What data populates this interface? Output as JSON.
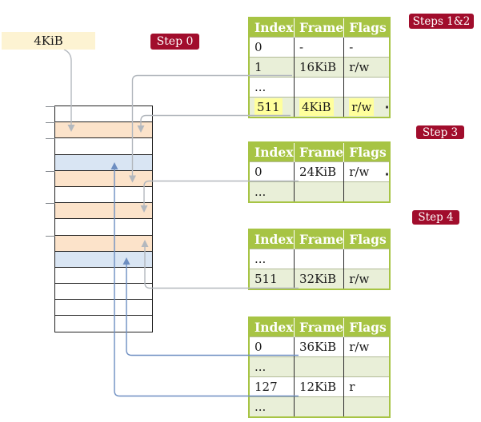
{
  "labels": {
    "page_size_box": "4KiB",
    "step0": "Step 0",
    "steps12": "Steps 1&2",
    "step3": "Step 3",
    "step4": "Step 4"
  },
  "colors": {
    "step_badge_bg": "#a10d2c",
    "step_badge_text": "#ffffff",
    "box_bg": "#fdf3d2",
    "table_header_bg": "#a7c444",
    "table_header_text": "#ffffff",
    "row_alt_bg": "#e9efd8",
    "row_white_bg": "#ffffff",
    "highlight_bg": "#ffff9c",
    "memory_orange": "#fce3ca",
    "memory_blue": "#d9e5f3",
    "arrow_gray": "#b3b8be",
    "arrow_blue": "#6d8ec1"
  },
  "memory": {
    "rows": [
      "white",
      "orange",
      "white",
      "blue",
      "orange",
      "white",
      "orange",
      "white",
      "orange",
      "blue",
      "white",
      "white",
      "white",
      "white"
    ],
    "tick_rows": [
      0,
      1,
      2,
      4,
      6,
      8
    ]
  },
  "tables": [
    {
      "columns": [
        "Index",
        "Frame",
        "Flags"
      ],
      "rows": [
        {
          "cells": [
            "0",
            "-",
            "-"
          ]
        },
        {
          "cells": [
            "1",
            "16KiB",
            "r/w"
          ]
        },
        {
          "cells": [
            "...",
            "",
            ""
          ]
        },
        {
          "cells": [
            "511",
            "4KiB",
            "r/w"
          ],
          "highlight": true
        }
      ]
    },
    {
      "columns": [
        "Index",
        "Frame",
        "Flags"
      ],
      "rows": [
        {
          "cells": [
            "0",
            "24KiB",
            "r/w"
          ]
        },
        {
          "cells": [
            "...",
            "",
            ""
          ]
        }
      ]
    },
    {
      "columns": [
        "Index",
        "Frame",
        "Flags"
      ],
      "rows": [
        {
          "cells": [
            "...",
            "",
            ""
          ]
        },
        {
          "cells": [
            "511",
            "32KiB",
            "r/w"
          ]
        }
      ]
    },
    {
      "columns": [
        "Index",
        "Frame",
        "Flags"
      ],
      "rows": [
        {
          "cells": [
            "0",
            "36KiB",
            "r/w"
          ]
        },
        {
          "cells": [
            "...",
            "",
            ""
          ]
        },
        {
          "cells": [
            "127",
            "12KiB",
            "r"
          ]
        },
        {
          "cells": [
            "...",
            "",
            ""
          ]
        }
      ]
    }
  ]
}
